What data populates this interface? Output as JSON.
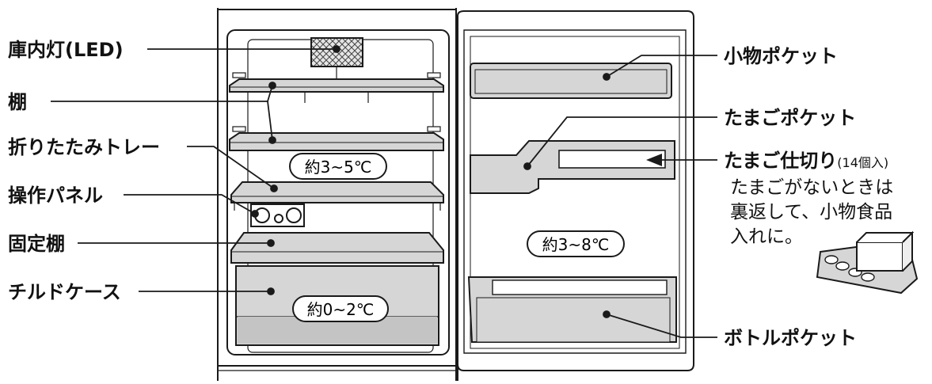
{
  "labels_left": [
    "庫内灯(LED)",
    "棚",
    "折りたたみトレー",
    "操作パネル",
    "固定棚",
    "チルドケース"
  ],
  "labels_right": [
    "小物ポケット",
    "たまごポケット",
    "ボトルポケット"
  ],
  "egg_divider": {
    "label": "たまご仕切り",
    "suffix": "(14個入)",
    "note": "たまごがないときは\n裏返して、小物食品\n入れに。"
  },
  "temperatures": {
    "upper": "約3~5℃",
    "door": "約3~8℃",
    "chilled": "約0~2℃"
  },
  "colors": {
    "line": "#1a1a1a",
    "shelf_fill": "#d6d6d6",
    "shelf_dark": "#9a9a9a",
    "light_pattern": "#cfcfcf"
  }
}
